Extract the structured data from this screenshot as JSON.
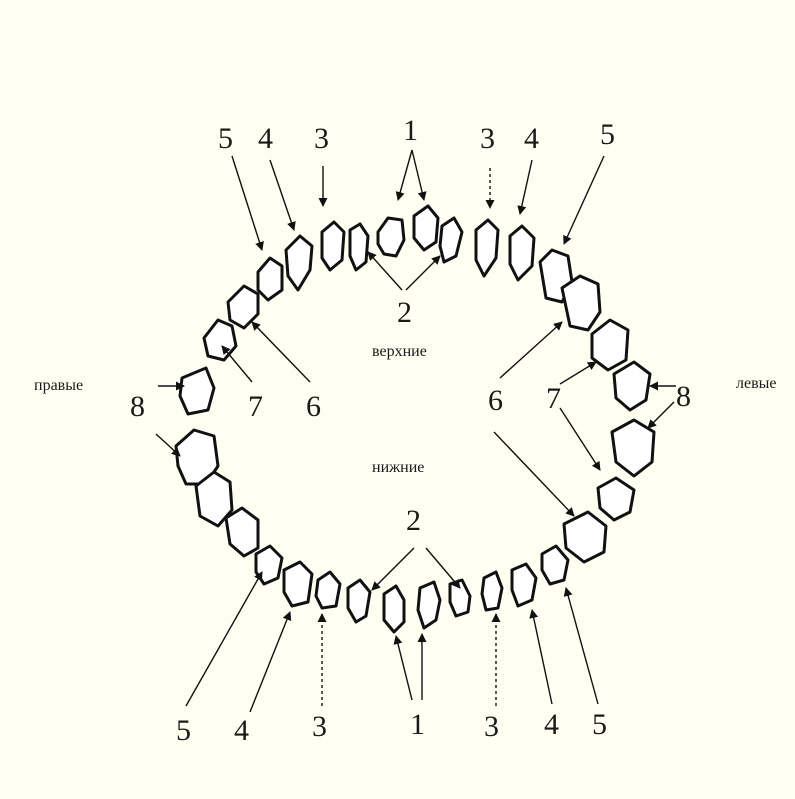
{
  "labels": {
    "upper": "верхние",
    "lower": "нижние",
    "right": "правые",
    "left": "левые"
  },
  "numbers": {
    "n1": "1",
    "n2": "2",
    "n3": "3",
    "n4": "4",
    "n5": "5",
    "n6": "6",
    "n7": "7",
    "n8": "8"
  }
}
